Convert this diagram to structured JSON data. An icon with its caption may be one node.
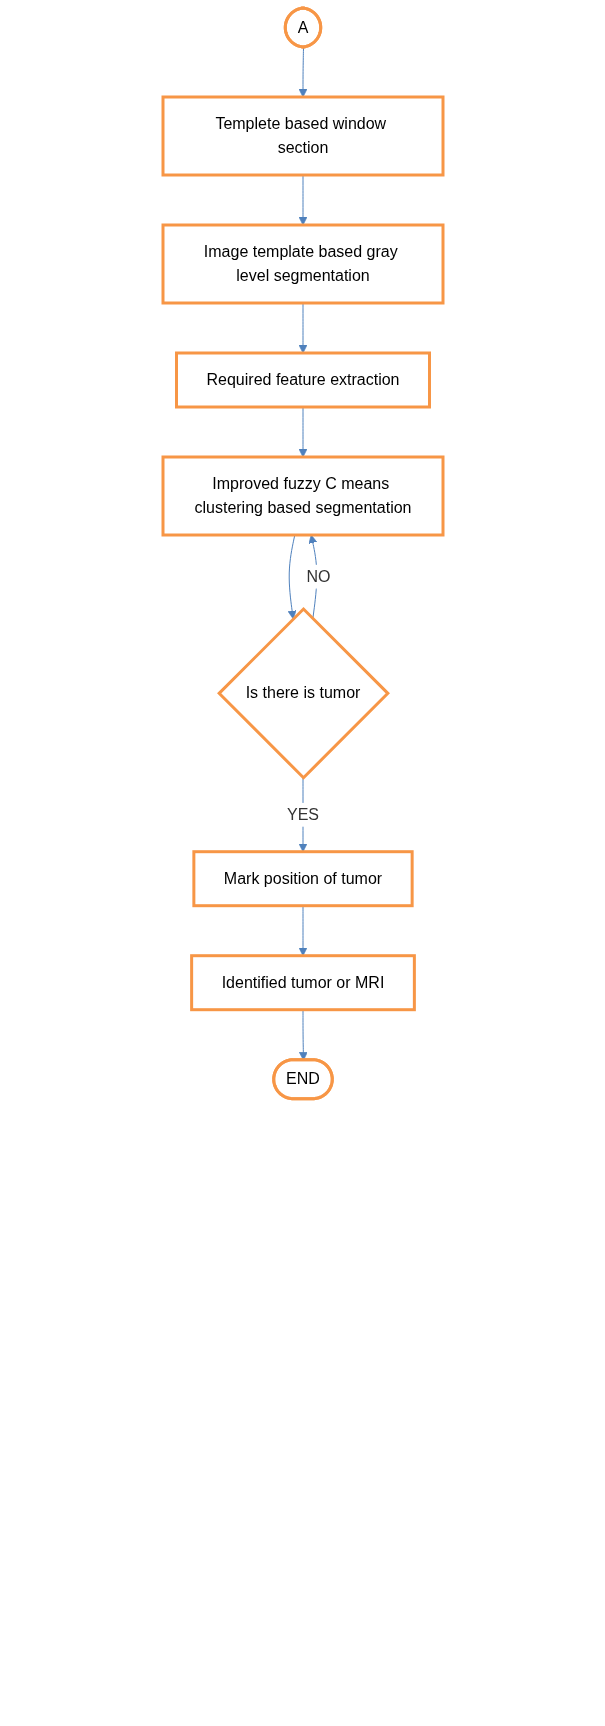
{
  "diagram": {
    "nodes": [
      {
        "text": [
          "A"
        ]
      },
      {
        "text": [
          "Templete based window section"
        ]
      },
      {
        "text": [
          "Image template based gray level segmentation"
        ]
      },
      {
        "text": [
          "Required feature extraction"
        ]
      },
      {
        "text": [
          "Improved fuzzy C means clustering based segmentation"
        ]
      },
      {
        "text": [
          "Is there is tumor"
        ]
      },
      {
        "text": [
          "Mark position of tumor"
        ]
      },
      {
        "text": [
          "Identified tumor or MRI"
        ]
      },
      {
        "text": [
          "END"
        ]
      }
    ],
    "edges": [
      {
        "from": 0,
        "to": 1,
        "arrow": "to"
      },
      {
        "from": 1,
        "to": 2,
        "arrow": "to"
      },
      {
        "from": 2,
        "to": 3,
        "arrow": "to"
      },
      {
        "from": 3,
        "to": 4,
        "arrow": "to"
      },
      {
        "from": 4,
        "to": 5,
        "arrow": "to"
      },
      {
        "from": 5,
        "to": 6,
        "arrow": "to",
        "label": "YES"
      },
      {
        "from": 6,
        "to": 7,
        "arrow": "to"
      },
      {
        "from": 7,
        "to": 8,
        "arrow": "to"
      },
      {
        "from": 5,
        "to": 4,
        "arrow": "to",
        "label": "NO"
      }
    ]
  }
}
